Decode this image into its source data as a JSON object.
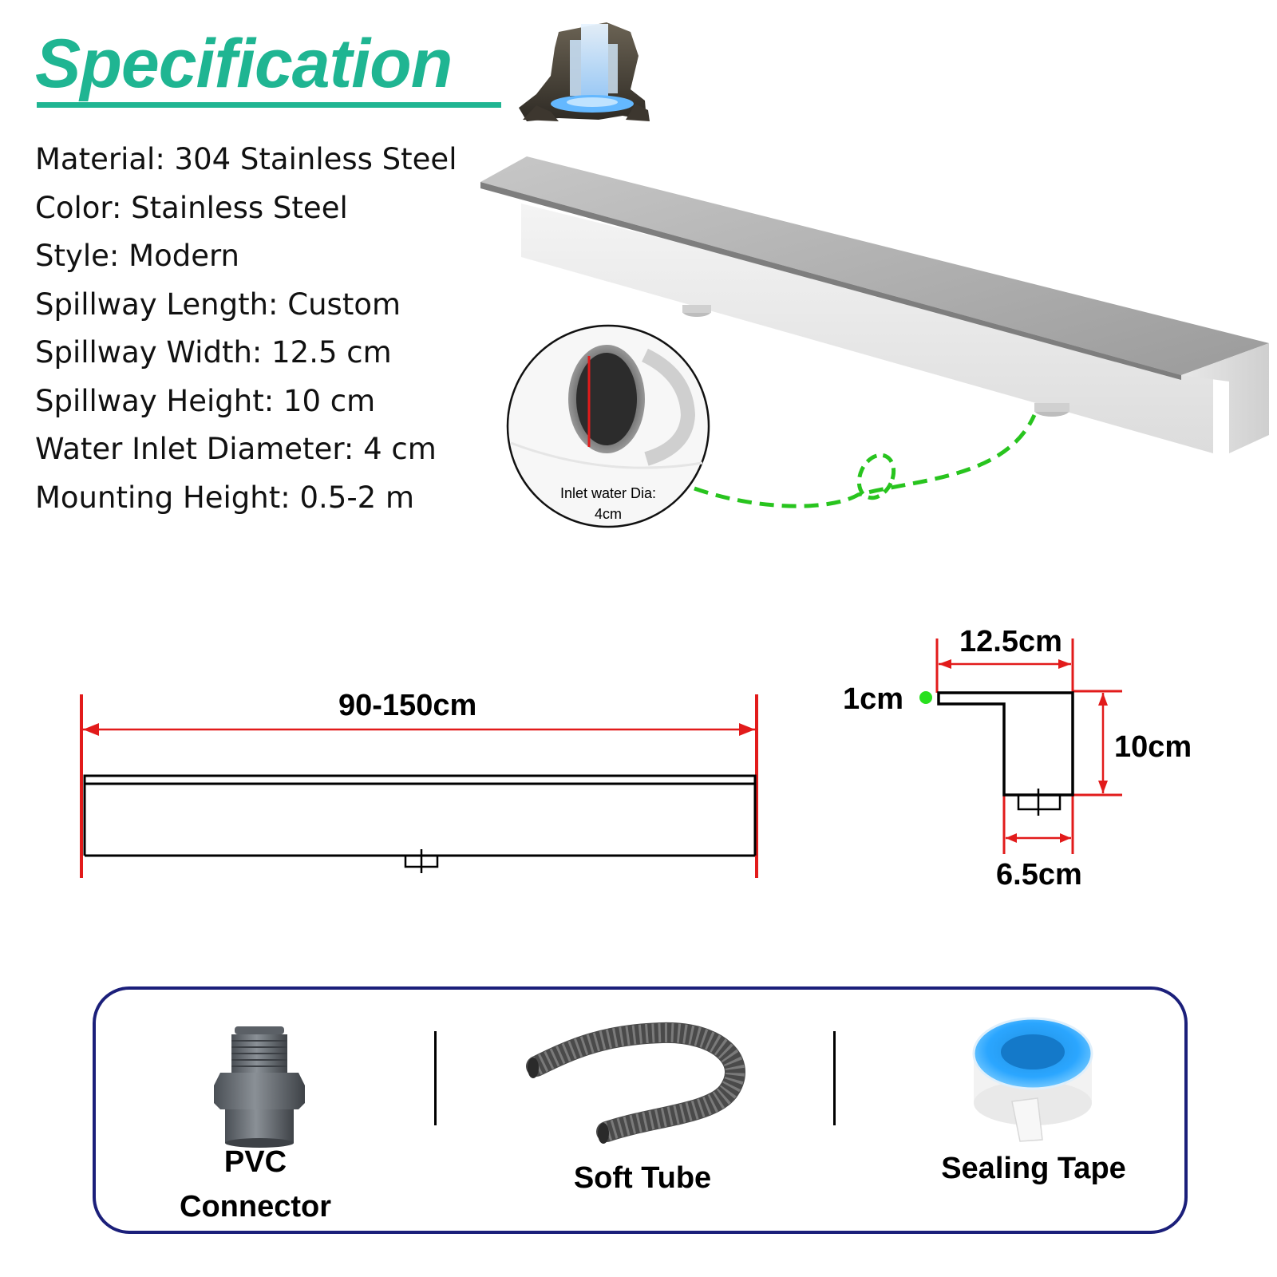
{
  "title": "Specification",
  "specs": [
    "Material: 304 Stainless Steel",
    "Color: Stainless Steel",
    "Style: Modern",
    "Spillway Length: Custom",
    "Spillway Width: 12.5 cm",
    "Spillway Height: 10 cm",
    "Water Inlet Diameter: 4 cm",
    "Mounting Height: 0.5-2 m"
  ],
  "inlet_callout": {
    "line1": "Inlet water Dia:",
    "line2": "4cm"
  },
  "dimensions": {
    "length": "90-150cm",
    "width": "12.5cm",
    "lip": "1cm",
    "height": "10cm",
    "inlet_width": "6.5cm"
  },
  "accessories": [
    {
      "name_line1": "PVC",
      "name_line2": "Connector",
      "icon": "pvc-connector-icon"
    },
    {
      "name_line1": "Soft Tube",
      "icon": "soft-tube-icon"
    },
    {
      "name_line1": "Sealing Tape",
      "icon": "sealing-tape-icon"
    }
  ],
  "colors": {
    "title": "#1fb592",
    "dimension_line": "#e21b1b",
    "callout_dash": "#28c41e",
    "frame": "#1b1f7a"
  }
}
